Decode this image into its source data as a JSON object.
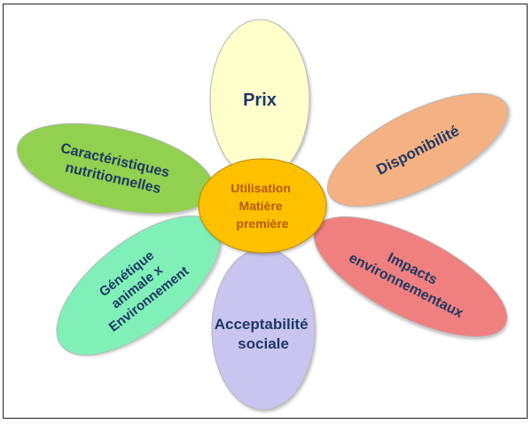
{
  "diagram": {
    "center": {
      "lines": [
        "Utilisation",
        "Matière",
        "première"
      ],
      "fill": "#ffc000",
      "text_color": "#b35a00"
    },
    "petals": [
      {
        "id": "prix",
        "lines": [
          "Prix"
        ],
        "fill": "#ffffcc"
      },
      {
        "id": "disponibilite",
        "lines": [
          "Disponibilité"
        ],
        "fill": "#f4b183"
      },
      {
        "id": "impacts",
        "lines": [
          "Impacts",
          "environnementaux"
        ],
        "fill": "#f08080"
      },
      {
        "id": "acceptabilite",
        "lines": [
          "Acceptabilité",
          "sociale"
        ],
        "fill": "#c9c5f0"
      },
      {
        "id": "genetique",
        "lines": [
          "Génétique",
          "animale x",
          "Environnement"
        ],
        "fill": "#80f0b8"
      },
      {
        "id": "caracteristiques",
        "lines": [
          "Caractéristiques",
          "nutritionnelles"
        ],
        "fill": "#92d050"
      }
    ],
    "text_color": "#1f3864"
  }
}
